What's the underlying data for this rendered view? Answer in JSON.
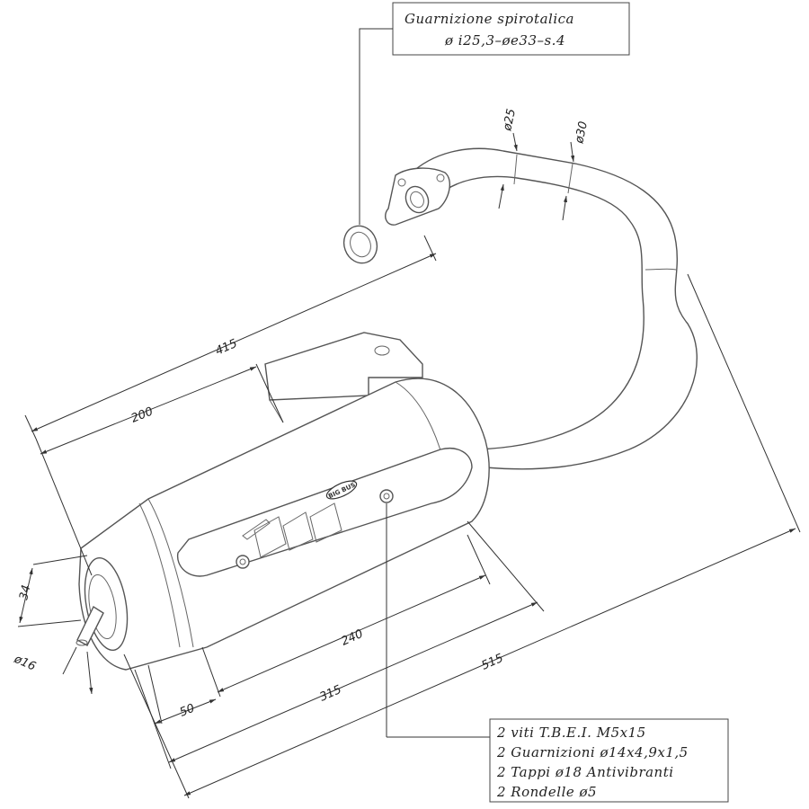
{
  "gasket_note": {
    "line1": "Guarnizione spirotalica",
    "line2": "ø i25,3–øe33–s.4"
  },
  "parts_list": [
    "2 viti T.B.E.I. M5x15",
    "2 Guarnizioni ø14x4,9x1,5",
    "2 Tappi ø18 Antivibranti",
    "2 Rondelle ø5"
  ],
  "dimensions": {
    "d25": "ø25",
    "d30": "ø30",
    "d415": "415",
    "d200": "200",
    "d34": "34",
    "d16": "ø16",
    "d240": "240",
    "d50": "50",
    "d315": "315",
    "d515": "515"
  },
  "badge": "BIG BUS"
}
